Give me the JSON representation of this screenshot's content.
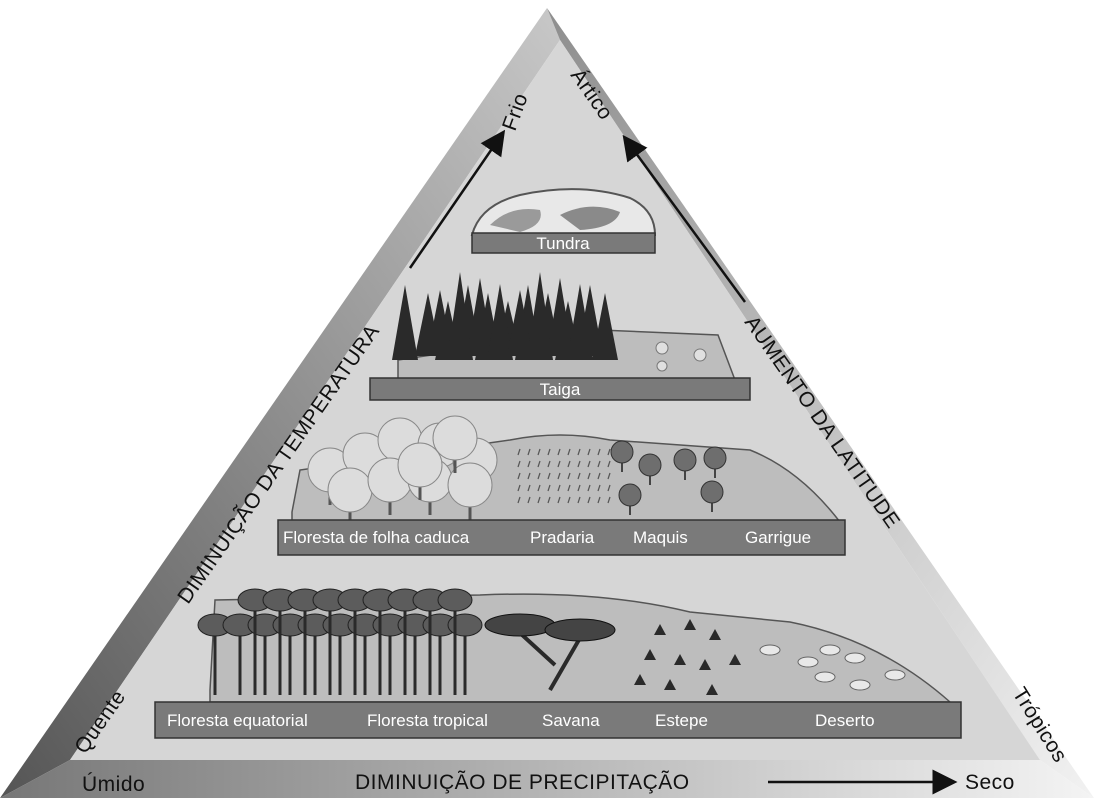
{
  "corners": {
    "cold": "Frio",
    "arctic": "Ártico",
    "hot": "Quente",
    "tropics": "Trópicos",
    "humid": "Úmido",
    "dry": "Seco"
  },
  "axes": {
    "temperature": "DIMINUIÇÃO DA TEMPERATURA",
    "latitude": "AUMENTO DA LATITUDE",
    "precipitation": "DIMINUIÇÃO DE PRECIPITAÇÃO"
  },
  "tiers": {
    "tier1": [
      "Tundra"
    ],
    "tier2": [
      "Taiga"
    ],
    "tier3": [
      "Floresta de folha caduca",
      "Pradaria",
      "Maquis",
      "Garrigue"
    ],
    "tier4": [
      "Floresta equatorial",
      "Floresta tropical",
      "Savana",
      "Estepe",
      "Deserto"
    ]
  },
  "colors": {
    "outer_band": "#9a9a9a",
    "inner_fill": "#cfcfcf",
    "label_plate": "#7a7a7a",
    "trees": "#2a2a2a"
  }
}
